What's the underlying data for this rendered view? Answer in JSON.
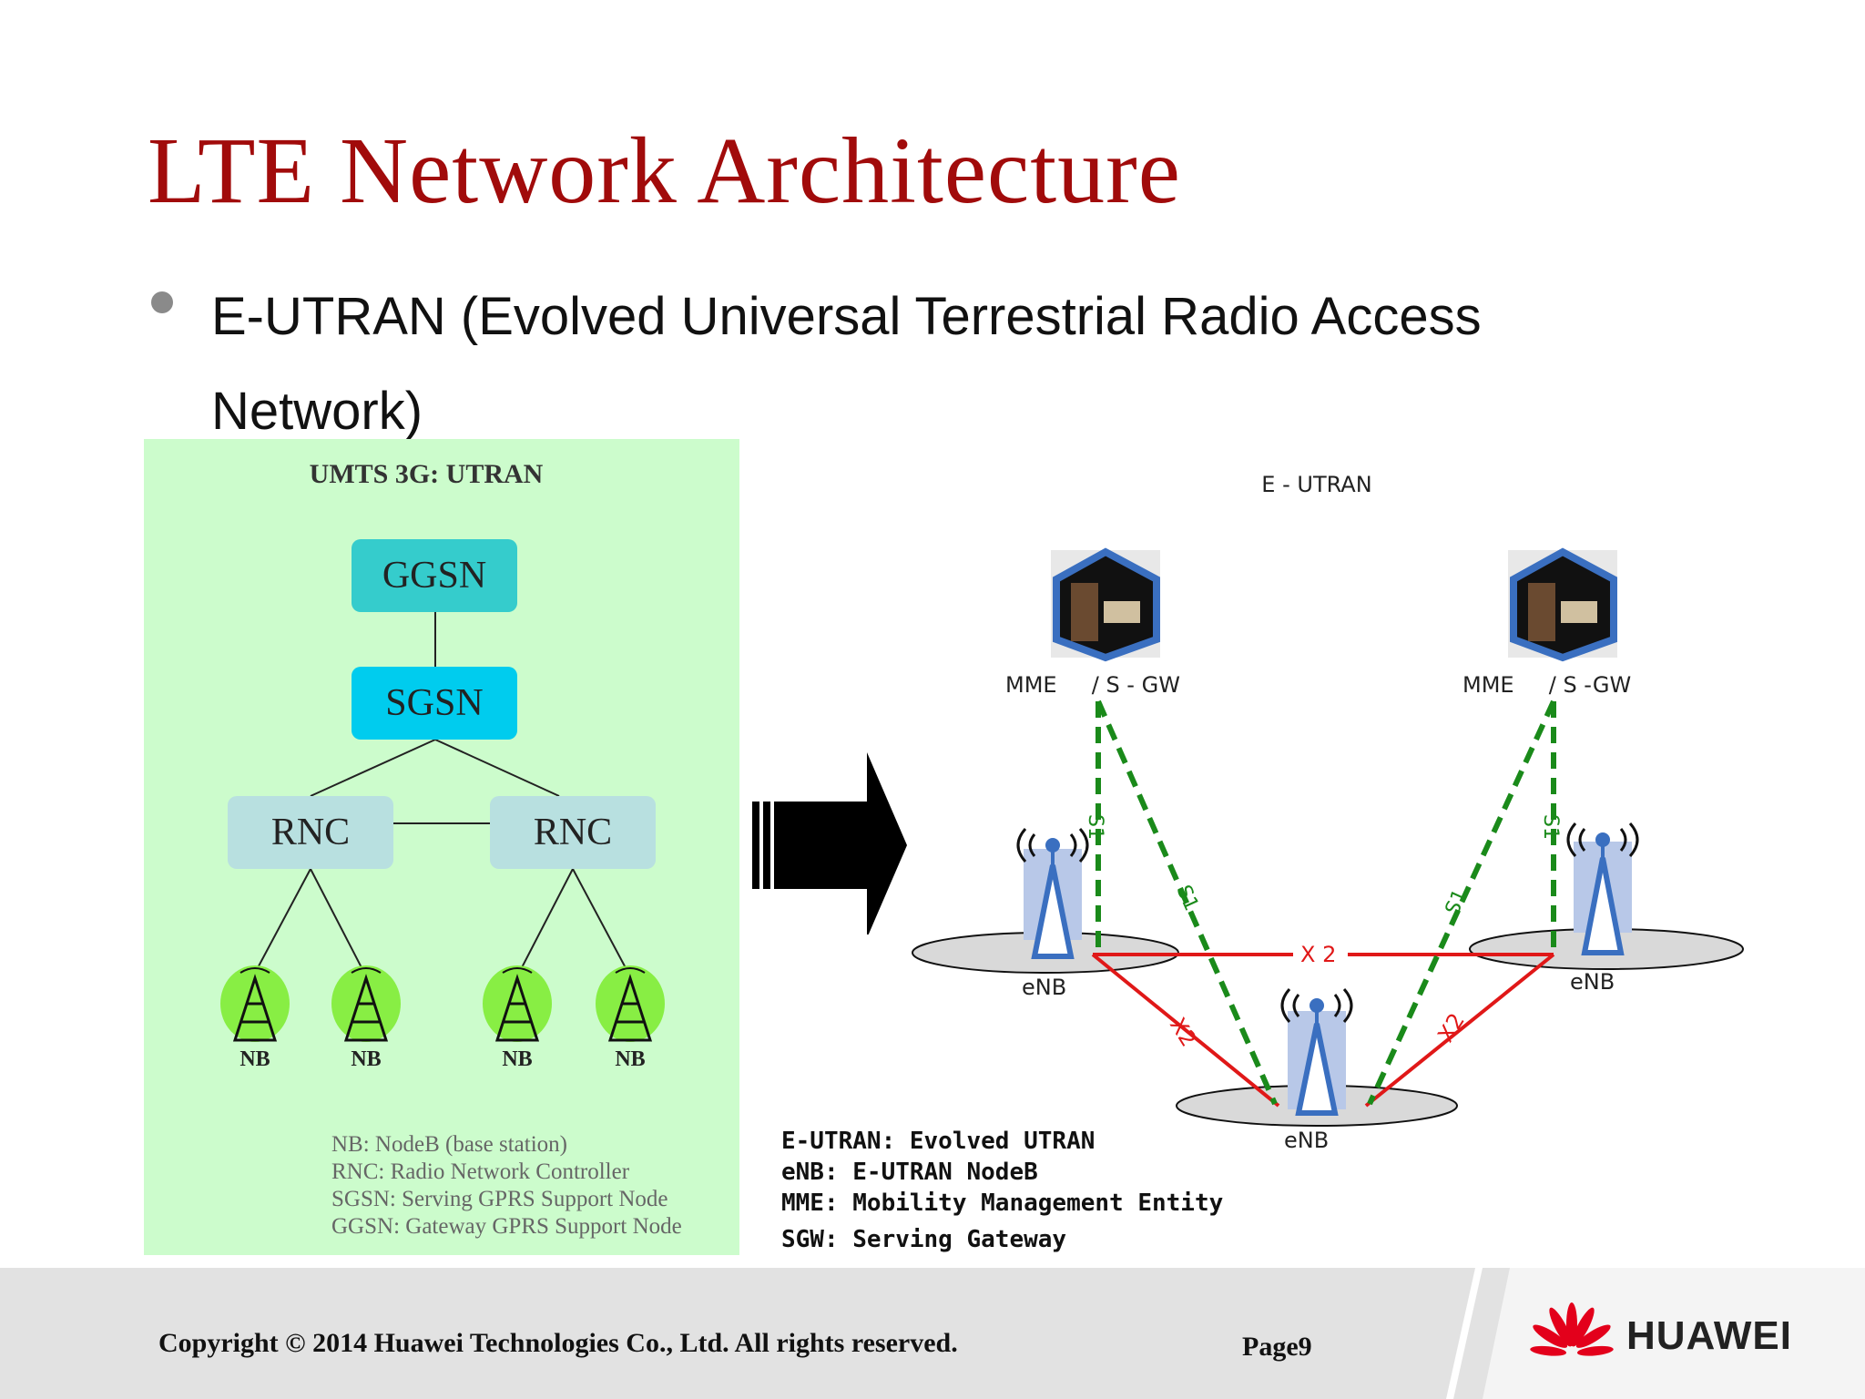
{
  "slide": {
    "title": "LTE Network Architecture",
    "bullet": "E-UTRAN (Evolved Universal Terrestrial Radio Access Network)"
  },
  "utran": {
    "title": "UMTS 3G: UTRAN",
    "nodes": {
      "ggsn": "GGSN",
      "sgsn": "SGSN",
      "rnc_left": "RNC",
      "rnc_right": "RNC"
    },
    "nb_labels": [
      "NB",
      "NB",
      "NB",
      "NB"
    ],
    "legend": [
      "NB: NodeB (base station)",
      "RNC: Radio Network Controller",
      "SGSN: Serving GPRS Support Node",
      "GGSN: Gateway GPRS Support Node"
    ]
  },
  "eutran": {
    "title": "E - UTRAN",
    "mme_left": "MME     / S - GW",
    "mme_right": "MME     / S -GW",
    "enb_labels": [
      "eNB",
      "eNB",
      "eNB"
    ],
    "s1": "S1",
    "x2": "X 2",
    "x2_short": "X2",
    "colors": {
      "s1": "#1a8a1a",
      "x2": "#e01818",
      "server_frame": "#3a6fc0"
    }
  },
  "definitions": [
    "E-UTRAN: Evolved UTRAN",
    "eNB: E-UTRAN NodeB",
    "MME: Mobility Management Entity",
    "SGW: Serving Gateway"
  ],
  "footer": {
    "copyright": "Copyright © 2014 Huawei Technologies Co., Ltd. All rights reserved.",
    "page": "Page9",
    "brand": "HUAWEI"
  },
  "colors": {
    "title": "#a10b0b",
    "panel_bg": "#ccfccc",
    "brand_red": "#e3001b"
  }
}
